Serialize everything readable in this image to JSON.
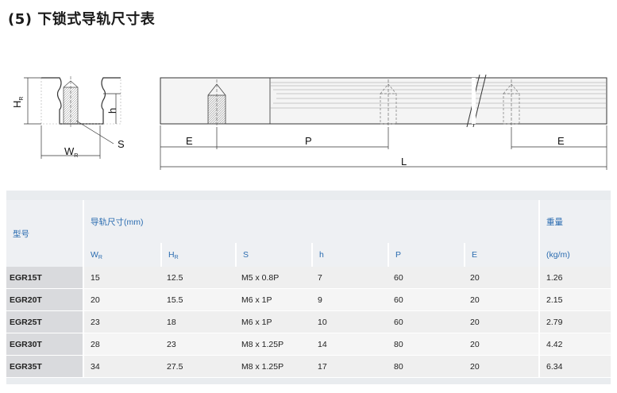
{
  "title": "(5) 下锁式导轨尺寸表",
  "drawing": {
    "labels": {
      "H": "H",
      "H_sub": "R",
      "h": "h",
      "S": "S",
      "W": "W",
      "W_sub": "R",
      "E_left": "E",
      "P": "P",
      "E_right": "E",
      "L": "L"
    }
  },
  "table": {
    "model_header": "型号",
    "group_header": "导轨尺寸(mm)",
    "weight_header": "重量",
    "columns": [
      {
        "main": "W",
        "sub": "R"
      },
      {
        "main": "H",
        "sub": "R"
      },
      {
        "main": "S",
        "sub": ""
      },
      {
        "main": "h",
        "sub": ""
      },
      {
        "main": "P",
        "sub": ""
      },
      {
        "main": "E",
        "sub": ""
      }
    ],
    "weight_unit": "(kg/m)",
    "rows": [
      {
        "model": "EGR15T",
        "W": "15",
        "H": "12.5",
        "S": "M5 x 0.8P",
        "h": "7",
        "P": "60",
        "E": "20",
        "weight": "1.26"
      },
      {
        "model": "EGR20T",
        "W": "20",
        "H": "15.5",
        "S": "M6 x 1P",
        "h": "9",
        "P": "60",
        "E": "20",
        "weight": "2.15"
      },
      {
        "model": "EGR25T",
        "W": "23",
        "H": "18",
        "S": "M6 x 1P",
        "h": "10",
        "P": "60",
        "E": "20",
        "weight": "2.79"
      },
      {
        "model": "EGR30T",
        "W": "28",
        "H": "23",
        "S": "M8 x 1.25P",
        "h": "14",
        "P": "80",
        "E": "20",
        "weight": "4.42"
      },
      {
        "model": "EGR35T",
        "W": "34",
        "H": "27.5",
        "S": "M8 x 1.25P",
        "h": "17",
        "P": "80",
        "E": "20",
        "weight": "6.34"
      }
    ]
  }
}
